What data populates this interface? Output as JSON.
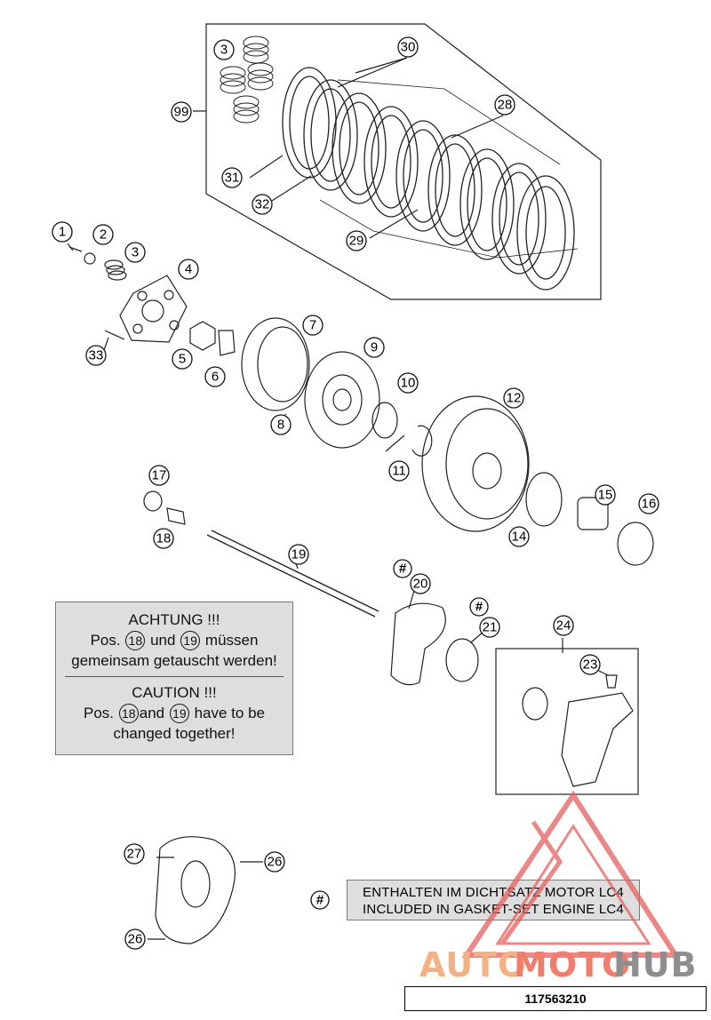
{
  "callouts": [
    "1",
    "2",
    "3",
    "3",
    "4",
    "5",
    "6",
    "7",
    "8",
    "9",
    "10",
    "11",
    "12",
    "14",
    "15",
    "16",
    "17",
    "18",
    "19",
    "20",
    "21",
    "23",
    "24",
    "26",
    "26",
    "27",
    "28",
    "29",
    "30",
    "31",
    "32",
    "33",
    "99"
  ],
  "hash_symbol": "#",
  "note": {
    "de": {
      "title": "ACHTUNG !!!",
      "pos": "Pos.",
      "ref1": "18",
      "und": "und",
      "ref2": "19",
      "muessen": "müssen",
      "line2": "gemeinsam getauscht werden!"
    },
    "en": {
      "title": "CAUTION !!!",
      "pos": "Pos.",
      "ref1": "18",
      "and": "and",
      "ref2": "19",
      "have": "have to be",
      "line2": "changed together!"
    }
  },
  "gasket_note": {
    "line1": "ENTHALTEN IM DICHTSATZ MOTOR LC4",
    "line2": "INCLUDED IN GASKET-SET ENGINE LC4"
  },
  "part_number": "117563210",
  "watermark": {
    "part1": "AUTO",
    "part2": "MOTO",
    "part3": "HUB",
    "colors": {
      "triangle": "#e56060",
      "auto": "#f3b184",
      "moto": "#f07e6c",
      "hub": "#8e8e8e"
    }
  }
}
